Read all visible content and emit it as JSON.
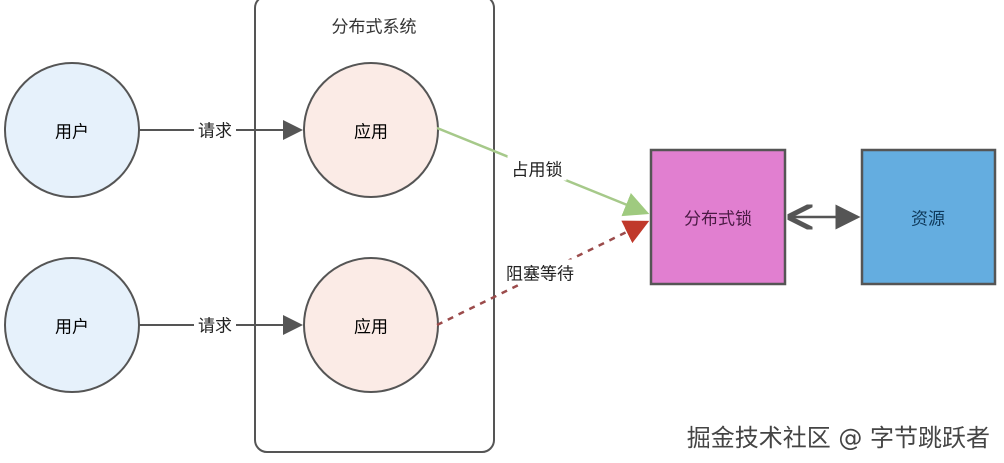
{
  "system_title": "分布式系统",
  "users": [
    {
      "label": "用户"
    },
    {
      "label": "用户"
    }
  ],
  "requests": [
    {
      "label": "请求"
    },
    {
      "label": "请求"
    }
  ],
  "apps": [
    {
      "label": "应用"
    },
    {
      "label": "应用"
    }
  ],
  "edges": {
    "acquire_lock": "占用锁",
    "blocked_wait": "阻塞等待"
  },
  "lock": {
    "label": "分布式锁"
  },
  "resource": {
    "label": "资源"
  },
  "watermark": "掘金技术社区 @ 字节跳跃者",
  "colors": {
    "user_fill": "#e6f1fb",
    "app_fill": "#fbebe6",
    "lock_fill": "#e17fd0",
    "resource_fill": "#64ade0",
    "acquire_edge": "#a6c98a",
    "blocked_edge": "#9b4b4b",
    "stroke": "#555555"
  }
}
